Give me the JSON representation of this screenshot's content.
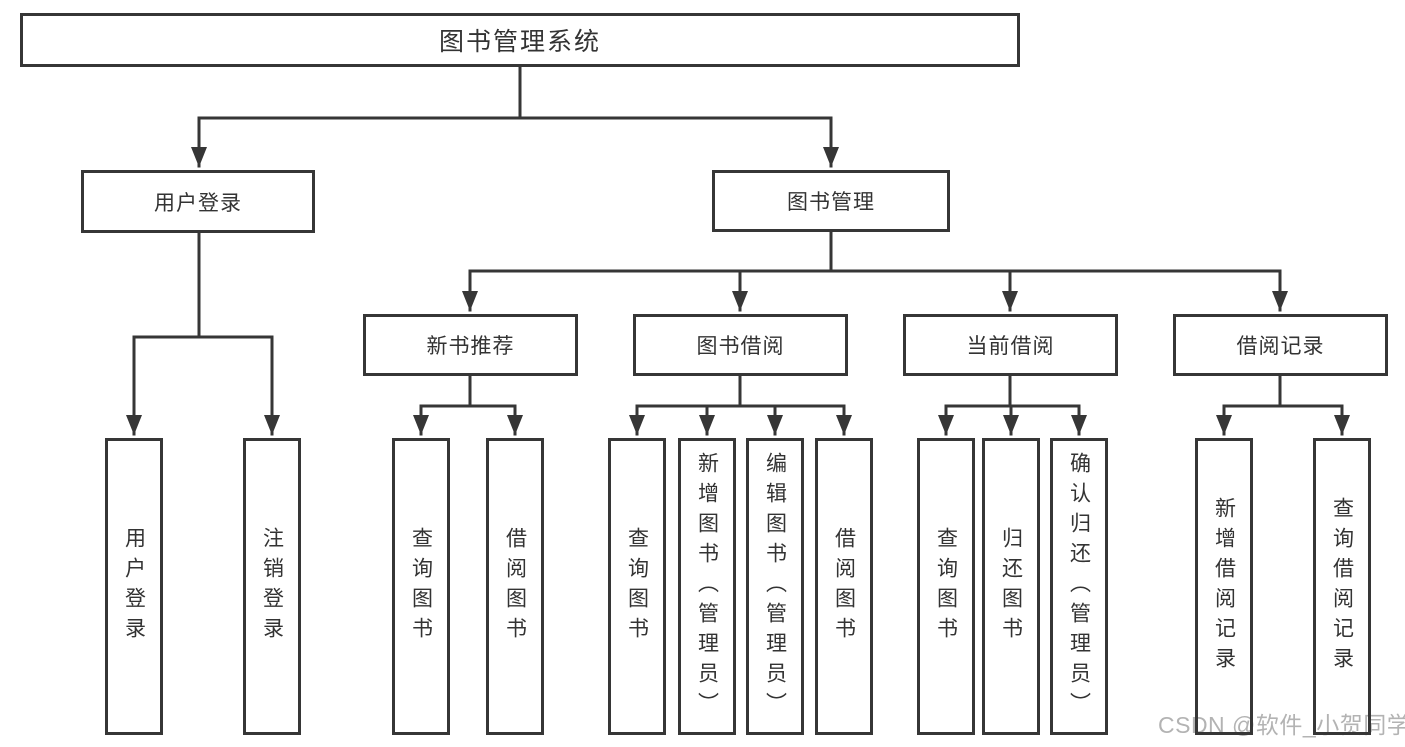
{
  "tree": {
    "root": {
      "label": "图书管理系统"
    },
    "children": [
      {
        "label": "用户登录",
        "children": [
          {
            "label": "用户登录"
          },
          {
            "label": "注销登录"
          }
        ]
      },
      {
        "label": "图书管理",
        "children": [
          {
            "label": "新书推荐",
            "children": [
              {
                "label": "查询图书"
              },
              {
                "label": "借阅图书"
              }
            ]
          },
          {
            "label": "图书借阅",
            "children": [
              {
                "label": "查询图书"
              },
              {
                "label": "新增图书（管理员）"
              },
              {
                "label": "编辑图书（管理员）"
              },
              {
                "label": "借阅图书"
              }
            ]
          },
          {
            "label": "当前借阅",
            "children": [
              {
                "label": "查询图书"
              },
              {
                "label": "归还图书"
              },
              {
                "label": "确认归还（管理员）"
              }
            ]
          },
          {
            "label": "借阅记录",
            "children": [
              {
                "label": "新增借阅记录"
              },
              {
                "label": "查询借阅记录"
              }
            ]
          }
        ]
      }
    ]
  },
  "watermark": {
    "text": "CSDN @软件_小贺同学"
  },
  "colors": {
    "line": "#363636",
    "text": "#333333",
    "watermark": "#b3b3b3",
    "background": "#ffffff"
  }
}
